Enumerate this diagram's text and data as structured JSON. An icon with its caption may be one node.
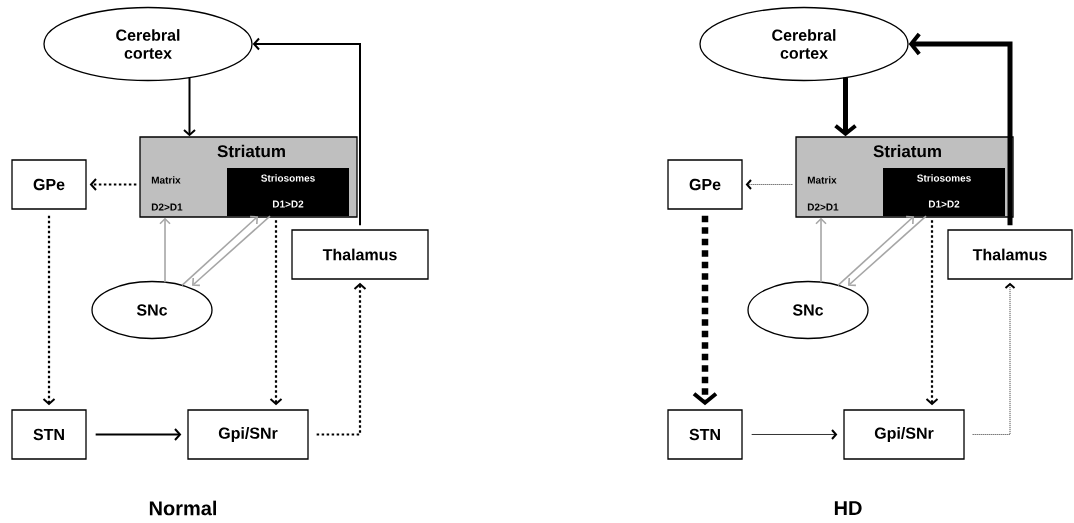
{
  "diagram": {
    "nodes": [
      {
        "text": [
          "Cerebral cortex"
        ]
      },
      {
        "text": [
          "Striatum",
          "Matrix",
          "D2>D1"
        ]
      },
      {
        "text": [
          "Striosomes",
          "D1>D2"
        ],
        "in": 1
      },
      {
        "text": [
          "GPe"
        ]
      },
      {
        "text": [
          "Thalamus"
        ]
      },
      {
        "text": [
          "SNc"
        ]
      },
      {
        "text": [
          "STN"
        ]
      },
      {
        "text": [
          "Gpi/SNr"
        ]
      },
      {
        "text": [
          "Cerebral cortex"
        ]
      },
      {
        "text": [
          "Striatum",
          "Matrix",
          "D2>D1"
        ]
      },
      {
        "text": [
          "Striosomes",
          "D1>D2"
        ],
        "in": 9
      },
      {
        "text": [
          "GPe"
        ]
      },
      {
        "text": [
          "Thalamus"
        ]
      },
      {
        "text": [
          "SNc"
        ]
      },
      {
        "text": [
          "STN"
        ]
      },
      {
        "text": [
          "Gpi/SNr"
        ]
      }
    ],
    "edges": [
      {
        "from": 0,
        "to": 1,
        "arrow": "to"
      },
      {
        "from": 4,
        "to": 0,
        "arrow": "to"
      },
      {
        "from": 1,
        "to": 3,
        "arrow": "to",
        "style": "dashed"
      },
      {
        "from": 3,
        "to": 6,
        "arrow": "to",
        "style": "dashed"
      },
      {
        "from": 2,
        "to": 7,
        "arrow": "to",
        "style": "dashed"
      },
      {
        "from": 6,
        "to": 7,
        "arrow": "to"
      },
      {
        "from": 7,
        "to": 4,
        "arrow": "to",
        "style": "dashed"
      },
      {
        "from": 5,
        "to": 1,
        "arrow": "to",
        "color": "#a6a6a6"
      },
      {
        "from": 5,
        "to": 2,
        "arrow": "to",
        "color": "#a6a6a6"
      },
      {
        "from": 2,
        "to": 5,
        "arrow": "to",
        "color": "#a6a6a6"
      },
      {
        "from": 8,
        "to": 9,
        "arrow": "to",
        "style": "thick"
      },
      {
        "from": 12,
        "to": 8,
        "arrow": "to",
        "style": "thick"
      },
      {
        "from": 9,
        "to": 11,
        "arrow": "to",
        "style": "dashed"
      },
      {
        "from": 11,
        "to": 14,
        "arrow": "to",
        "style": "dashed"
      },
      {
        "from": 10,
        "to": 15,
        "arrow": "to",
        "style": "dashed"
      },
      {
        "from": 14,
        "to": 15,
        "arrow": "to"
      },
      {
        "from": 15,
        "to": 12,
        "arrow": "to",
        "style": "dashed"
      },
      {
        "from": 13,
        "to": 9,
        "arrow": "to",
        "color": "#a6a6a6"
      },
      {
        "from": 13,
        "to": 10,
        "arrow": "to",
        "color": "#a6a6a6"
      },
      {
        "from": 10,
        "to": 13,
        "arrow": "to",
        "color": "#a6a6a6"
      }
    ],
    "labels": [
      "Normal",
      "HD"
    ]
  }
}
